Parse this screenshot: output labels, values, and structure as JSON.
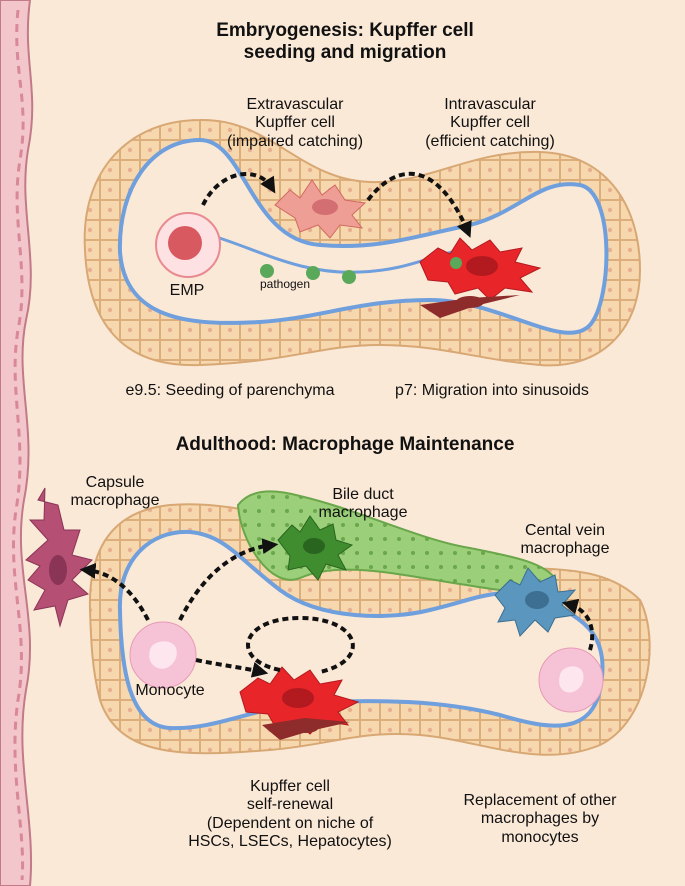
{
  "sections": {
    "embryo": {
      "title": "Embryogenesis: Kupffer cell\nseeding and migration",
      "extravascular_label": "Extravascular\nKupffer cell\n(impaired catching)",
      "intravascular_label": "Intravascular\nKupffer cell\n(efficient catching)",
      "emp_label": "EMP",
      "pathogen_label": "pathogen",
      "timeline_seeding": "e9.5: Seeding of parenchyma",
      "timeline_migration": "p7: Migration into sinusoids"
    },
    "adult": {
      "title": "Adulthood: Macrophage Maintenance",
      "capsule_label": "Capsule\nmacrophage",
      "bile_duct_label": "Bile duct\nmacrophage",
      "central_vein_label": "Cental vein\nmacrophage",
      "monocyte_label": "Monocyte",
      "kupffer_renewal_label": "Kupffer cell\nself-renewal\n(Dependent on niche of\nHSCs, LSECs, Hepatocytes)",
      "replacement_label": "Replacement of other\nmacrophages by\nmonocytes"
    }
  },
  "colors": {
    "background": "#fbe9d8",
    "hepatocyte": "#f7d7ad",
    "hepatocyte_border": "#d8a874",
    "endothelium": "#6f9fdc",
    "sinusoid": "#fbe9d8",
    "kupffer_intravascular": "#e8262a",
    "kupffer_extravascular": "#ef9e96",
    "emp": "#d85a60",
    "pathogen": "#5aa85a",
    "capsule_macrophage": "#b54f74",
    "bile_duct_macrophage": "#3f8d2f",
    "central_vein_macrophage": "#5a96bd",
    "monocyte": "#f6c3d6",
    "stellate_cell": "#8e2b2b",
    "capsule": "#d88898"
  }
}
